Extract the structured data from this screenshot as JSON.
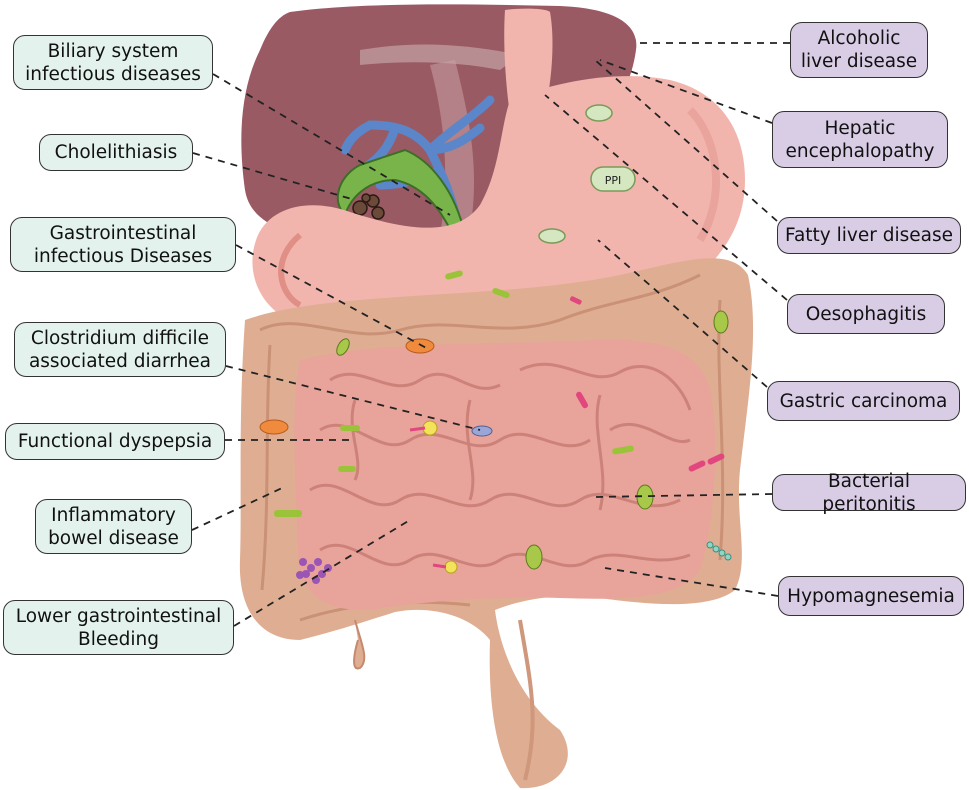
{
  "diagram": {
    "organ_pill_label": "PPI",
    "left_labels": [
      "Biliary system\ninfectious diseases",
      "Cholelithiasis",
      "Gastrointestinal\ninfectious Diseases",
      "Clostridium difficile\nassociated diarrhea",
      "Functional dyspepsia",
      "Inflammatory\nbowel disease",
      "Lower gastrointestinal\nBleeding"
    ],
    "right_labels": [
      "Alcoholic\nliver disease",
      "Hepatic\nencephalopathy",
      "Fatty liver disease",
      "Oesophagitis",
      "Gastric carcinoma",
      "Bacterial peritonitis",
      "Hypomagnesemia"
    ]
  },
  "colors": {
    "left_box_fill": "#e3f2ec",
    "right_box_fill": "#d9cde6",
    "liver": "#9a5a63",
    "stomach": "#f2b5ad",
    "intestine": "#e8a39a",
    "colon": "#dfae92",
    "bile_duct": "#5b86c9",
    "gallbladder": "#79b44a"
  }
}
